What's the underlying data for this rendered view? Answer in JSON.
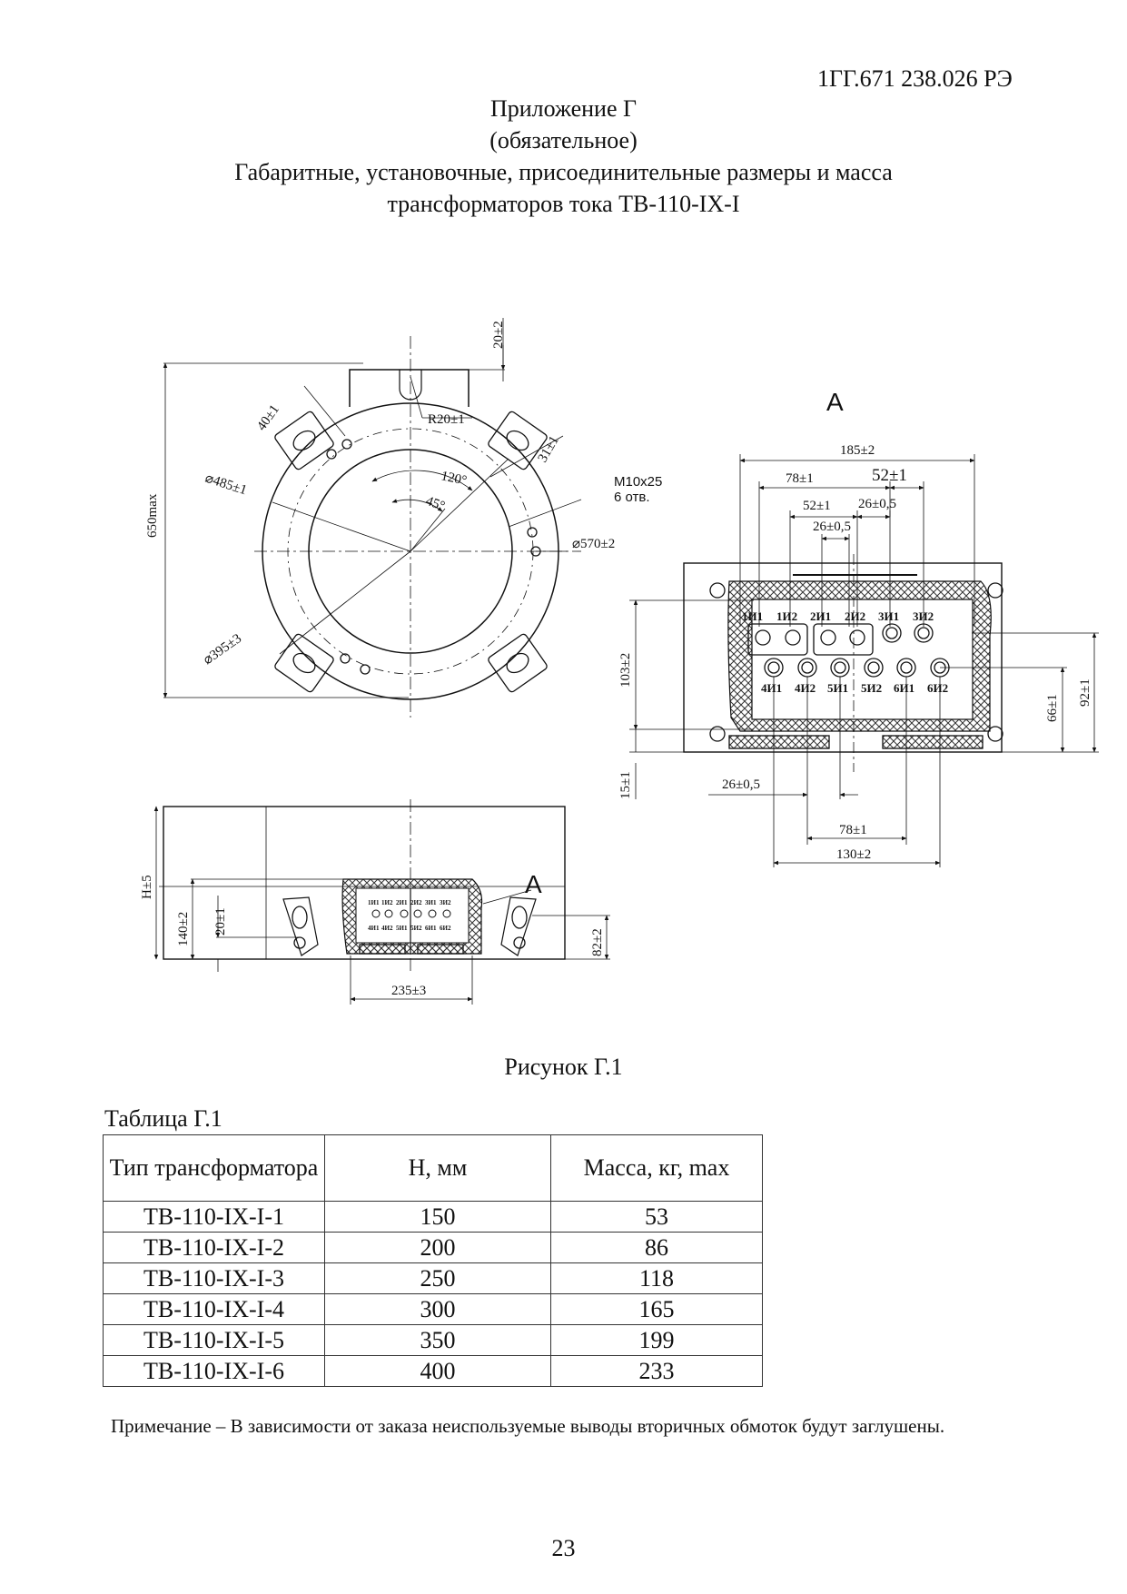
{
  "header": {
    "doc_code": "1ГГ.671 238.026 РЭ",
    "appendix": "Приложение Г",
    "appendix_status": "(обязательное)",
    "title_line1": "Габаритные, установочные, присоединительные размеры и масса",
    "title_line2": "трансформаторов тока ТВ-110-IX-I"
  },
  "drawing": {
    "top_view": {
      "overall_height": "650max",
      "top_offset": "20±2",
      "radius": "R20±1",
      "bracket_offset": "40±1",
      "bracket_size": "31±1",
      "diam_outer": "⌀485±1",
      "diam_inner": "⌀395±3",
      "diam_mount": "⌀570±2",
      "angle_large": "120°",
      "angle_small": "45°",
      "thread": "M10x25",
      "thread_count": "6 отв."
    },
    "view_a": {
      "label": "А",
      "width_total": "185±2",
      "dim_78_top": "78±1",
      "dim_52_top": "52±1",
      "dim_52_inner": "52±1",
      "dim_26_inner": "26±0,5",
      "dim_26_center": "26±0,5",
      "height_103": "103±2",
      "height_66": "66±1",
      "height_92": "92±1",
      "height_15": "15±1",
      "dim_26_bottom": "26±0,5",
      "dim_78_bottom": "78±1",
      "dim_130": "130±2",
      "terminals_top": [
        "1И1",
        "1И2",
        "2И1",
        "2И2",
        "3И1",
        "3И2"
      ],
      "terminals_bottom": [
        "4И1",
        "4И2",
        "5И1",
        "5И2",
        "6И1",
        "6И2"
      ]
    },
    "side_view": {
      "height": "H±5",
      "dim_140": "140±2",
      "dim_20": "20±1",
      "dim_82": "82±2",
      "dim_235": "235±3",
      "view_label": "А",
      "mini_top": [
        "1И1",
        "1И2",
        "2И1",
        "2И2",
        "3И1",
        "3И2"
      ],
      "mini_bottom": [
        "4И1",
        "4И2",
        "5И1",
        "5И2",
        "6И1",
        "6И2"
      ]
    },
    "caption": "Рисунок Г.1"
  },
  "table": {
    "title": "Таблица Г.1",
    "headers": [
      "Тип трансформатора",
      "H, мм",
      "Масса, кг, max"
    ],
    "rows": [
      [
        "ТВ-110-IX-I-1",
        "150",
        "53"
      ],
      [
        "ТВ-110-IX-I-2",
        "200",
        "86"
      ],
      [
        "ТВ-110-IX-I-3",
        "250",
        "118"
      ],
      [
        "ТВ-110-IX-I-4",
        "300",
        "165"
      ],
      [
        "ТВ-110-IX-I-5",
        "350",
        "199"
      ],
      [
        "ТВ-110-IX-I-6",
        "400",
        "233"
      ]
    ]
  },
  "note": "Примечание – В зависимости от заказа неиспользуемые выводы вторичных обмоток будут заглушены.",
  "page_number": "23"
}
